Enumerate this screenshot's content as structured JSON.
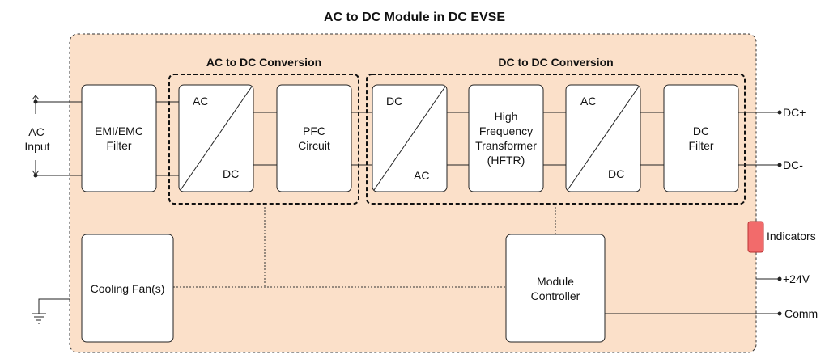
{
  "title": "AC to DC Module in DC EVSE",
  "groups": {
    "ac_dc": "AC to DC Conversion",
    "dc_dc": "DC to DC Conversion"
  },
  "blocks": {
    "emi": [
      "EMI/EMC",
      "Filter"
    ],
    "pfc": [
      "PFC",
      "Circuit"
    ],
    "hftr": [
      "High",
      "Frequency",
      "Transformer",
      "(HFTR)"
    ],
    "dc_filter": [
      "DC",
      "Filter"
    ],
    "cooling": "Cooling Fan(s)",
    "controller": [
      "Module",
      "Controller"
    ]
  },
  "converters": {
    "rect1": {
      "top": "AC",
      "bottom": "DC"
    },
    "inverter": {
      "top": "DC",
      "bottom": "AC"
    },
    "rect2": {
      "top": "AC",
      "bottom": "DC"
    }
  },
  "io": {
    "ac_input": [
      "AC",
      "Input"
    ],
    "dc_plus": "DC+",
    "dc_minus": "DC-",
    "indicators": "Indicators",
    "plus24": "+24V",
    "comm": "Comm"
  },
  "colors": {
    "module_fill": "#fbe0c9",
    "indicator_fill": "#f26b6b",
    "block_fill": "#ffffff",
    "line": "#222222"
  }
}
